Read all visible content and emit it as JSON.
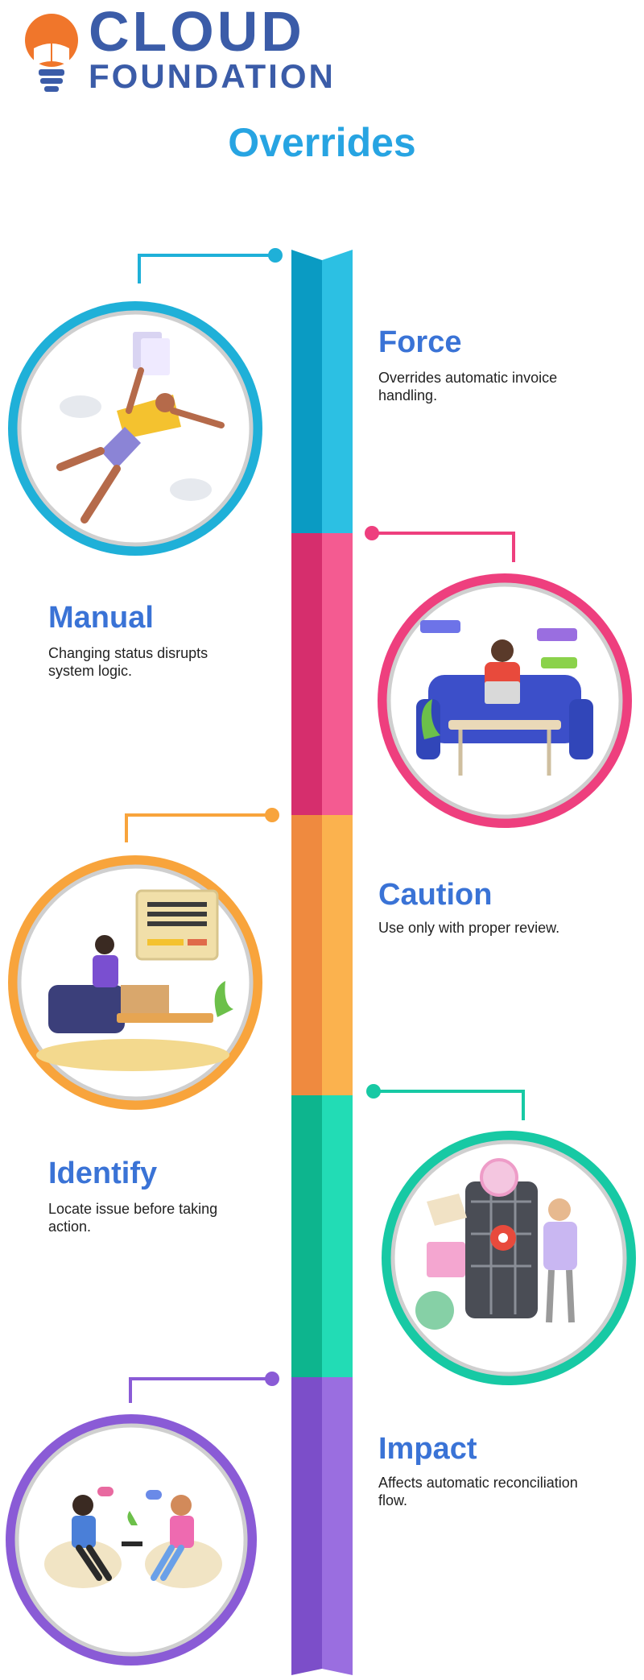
{
  "brand": {
    "word1": "CLOUD",
    "word2": "FOUNDATION",
    "logo_icon": "lightbulb-book-icon"
  },
  "page_title": "Overrides",
  "colors": {
    "brand_blue": "#3b5ca8",
    "title_blue": "#27a4e2",
    "heading_blue": "#3a73d6",
    "cyan": "#1fb0d8",
    "pink": "#ee3f7e",
    "orange": "#f8a43c",
    "teal": "#17c9a4",
    "purple": "#8a5bd6"
  },
  "steps": [
    {
      "title": "Force",
      "desc": "Overrides automatic invoice handling.",
      "illustration": "flying-person-documents-icon"
    },
    {
      "title": "Manual",
      "desc": "Changing status disrupts system logic.",
      "illustration": "person-laptop-sofa-icon"
    },
    {
      "title": "Caution",
      "desc": "Use only with proper review.",
      "illustration": "person-review-armchair-icon"
    },
    {
      "title": "Identify",
      "desc": "Locate issue before taking action.",
      "illustration": "map-location-pin-icon"
    },
    {
      "title": "Impact",
      "desc": "Affects automatic reconciliation flow.",
      "illustration": "two-people-chat-icon"
    }
  ]
}
